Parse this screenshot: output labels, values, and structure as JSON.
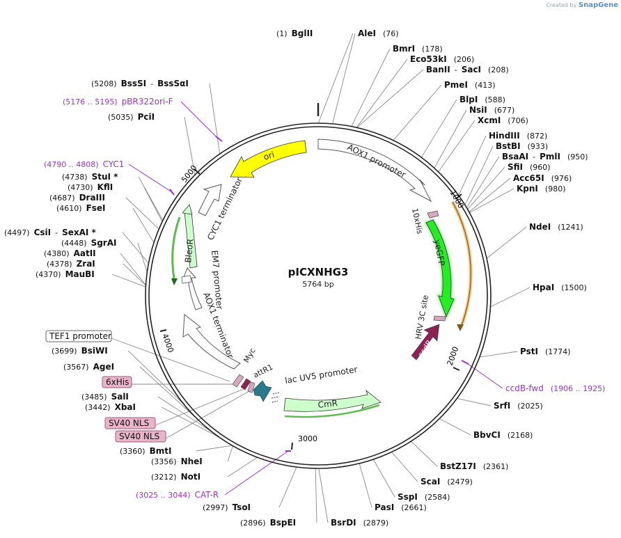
{
  "credit": {
    "prefix": "Created by",
    "brand": "SnapGene"
  },
  "plasmid": {
    "name": "pICXNHG3",
    "length_label": "5764 bp",
    "total_bp": 5764
  },
  "ticks": [
    "1000",
    "2000",
    "3000",
    "4000",
    "5000"
  ],
  "colors": {
    "backbone": "#222222",
    "site": "#888888",
    "primer": "#9b30d0",
    "bold_text": "#111111",
    "feature_outline": "#555555",
    "ori": "#ffff00",
    "yegfp": "#22ee22",
    "cmr": "#ccffcc",
    "bleor": "#ccffcc",
    "ccdb": "#8b2252",
    "his_tag": "#d8a7c0",
    "nls": "#e8b4c8",
    "attr1": "#2a7a8c",
    "green_glow": "#33aa22",
    "orange_glow": "#f0a030"
  },
  "sites": [
    {
      "pos": 1,
      "pos_label": "(1)",
      "names": [
        "BglII"
      ]
    },
    {
      "pos": 76,
      "pos_label": "(76)",
      "names": [
        "AleI"
      ]
    },
    {
      "pos": 178,
      "pos_label": "(178)",
      "names": [
        "BmrI"
      ]
    },
    {
      "pos": 206,
      "pos_label": "(206)",
      "names": [
        "Eco53kI"
      ]
    },
    {
      "pos": 208,
      "pos_label": "(208)",
      "names": [
        "BanII",
        "SacI"
      ]
    },
    {
      "pos": 413,
      "pos_label": "(413)",
      "names": [
        "PmeI"
      ]
    },
    {
      "pos": 588,
      "pos_label": "(588)",
      "names": [
        "BlpI"
      ]
    },
    {
      "pos": 677,
      "pos_label": "(677)",
      "names": [
        "NsiI"
      ]
    },
    {
      "pos": 706,
      "pos_label": "(706)",
      "names": [
        "XcmI"
      ]
    },
    {
      "pos": 872,
      "pos_label": "(872)",
      "names": [
        "HindIII"
      ]
    },
    {
      "pos": 933,
      "pos_label": "(933)",
      "names": [
        "BstBI"
      ]
    },
    {
      "pos": 950,
      "pos_label": "(950)",
      "names": [
        "BsaAI",
        "PmlI"
      ]
    },
    {
      "pos": 960,
      "pos_label": "(960)",
      "names": [
        "SfiI"
      ]
    },
    {
      "pos": 976,
      "pos_label": "(976)",
      "names": [
        "Acc65I"
      ]
    },
    {
      "pos": 980,
      "pos_label": "(980)",
      "names": [
        "KpnI"
      ]
    },
    {
      "pos": 1241,
      "pos_label": "(1241)",
      "names": [
        "NdeI"
      ]
    },
    {
      "pos": 1500,
      "pos_label": "(1500)",
      "names": [
        "HpaI"
      ]
    },
    {
      "pos": 1774,
      "pos_label": "(1774)",
      "names": [
        "PstI"
      ]
    },
    {
      "pos": 2025,
      "pos_label": "(2025)",
      "names": [
        "SrfI"
      ]
    },
    {
      "pos": 2168,
      "pos_label": "(2168)",
      "names": [
        "BbvCI"
      ]
    },
    {
      "pos": 2361,
      "pos_label": "(2361)",
      "names": [
        "BstZ17I"
      ]
    },
    {
      "pos": 2479,
      "pos_label": "(2479)",
      "names": [
        "ScaI"
      ]
    },
    {
      "pos": 2584,
      "pos_label": "(2584)",
      "names": [
        "SspI"
      ]
    },
    {
      "pos": 2661,
      "pos_label": "(2661)",
      "names": [
        "PasI"
      ]
    },
    {
      "pos": 2879,
      "pos_label": "(2879)",
      "names": [
        "BsrDI"
      ]
    },
    {
      "pos": 2896,
      "pos_label": "(2896)",
      "names": [
        "BspEI"
      ]
    },
    {
      "pos": 2997,
      "pos_label": "(2997)",
      "names": [
        "TsoI"
      ]
    },
    {
      "pos": 3212,
      "pos_label": "(3212)",
      "names": [
        "NotI"
      ]
    },
    {
      "pos": 3356,
      "pos_label": "(3356)",
      "names": [
        "NheI"
      ]
    },
    {
      "pos": 3360,
      "pos_label": "(3360)",
      "names": [
        "BmtI"
      ]
    },
    {
      "pos": 3442,
      "pos_label": "(3442)",
      "names": [
        "XbaI"
      ]
    },
    {
      "pos": 3485,
      "pos_label": "(3485)",
      "names": [
        "SalI"
      ]
    },
    {
      "pos": 3567,
      "pos_label": "(3567)",
      "names": [
        "AgeI"
      ]
    },
    {
      "pos": 3699,
      "pos_label": "(3699)",
      "names": [
        "BsiWI"
      ]
    },
    {
      "pos": 4370,
      "pos_label": "(4370)",
      "names": [
        "MauBI"
      ]
    },
    {
      "pos": 4378,
      "pos_label": "(4378)",
      "names": [
        "ZraI"
      ]
    },
    {
      "pos": 4380,
      "pos_label": "(4380)",
      "names": [
        "AatII"
      ]
    },
    {
      "pos": 4448,
      "pos_label": "(4448)",
      "names": [
        "SgrAI"
      ]
    },
    {
      "pos": 4497,
      "pos_label": "(4497)",
      "names": [
        "CsiI",
        "SexAI *"
      ]
    },
    {
      "pos": 4610,
      "pos_label": "(4610)",
      "names": [
        "FseI"
      ]
    },
    {
      "pos": 4687,
      "pos_label": "(4687)",
      "names": [
        "DraIII"
      ]
    },
    {
      "pos": 4730,
      "pos_label": "(4730)",
      "names": [
        "KflI"
      ]
    },
    {
      "pos": 4738,
      "pos_label": "(4738)",
      "names": [
        "StuI *"
      ]
    },
    {
      "pos": 5035,
      "pos_label": "(5035)",
      "names": [
        "PciI"
      ]
    },
    {
      "pos": 5208,
      "pos_label": "(5208)",
      "names": [
        "BssSI",
        "BssSαI"
      ]
    }
  ],
  "primers": [
    {
      "name": "pBR322ori-F",
      "range": "(5176 .. 5195)",
      "pos": 5185
    },
    {
      "name": "CYC1",
      "range": "(4790 .. 4808)",
      "pos": 4799
    },
    {
      "name": "ccdB-fwd",
      "range": "(1906 .. 1925)",
      "pos": 1915
    },
    {
      "name": "CAT-R",
      "range": "(3025 .. 3044)",
      "pos": 3035
    }
  ],
  "boxed_features": [
    "TEF1 promoter",
    "6xHis",
    "SV40 NLS",
    "SV40 NLS"
  ],
  "features": [
    {
      "name": "AOX1 promoter",
      "kind": "outline"
    },
    {
      "name": "10xHis",
      "kind": "tag"
    },
    {
      "name": "yeGFP",
      "kind": "filled"
    },
    {
      "name": "HRV 3C site",
      "kind": "tag"
    },
    {
      "name": "ccdB",
      "kind": "filled"
    },
    {
      "name": "lac UV5 promoter",
      "kind": "label"
    },
    {
      "name": "CmR",
      "kind": "filled"
    },
    {
      "name": "attR1",
      "kind": "tag"
    },
    {
      "name": "Myc",
      "kind": "tag"
    },
    {
      "name": "AOX1 terminator",
      "kind": "outline"
    },
    {
      "name": "EM7 promoter",
      "kind": "outline"
    },
    {
      "name": "BleoR",
      "kind": "filled"
    },
    {
      "name": "CYC1 terminator",
      "kind": "outline"
    },
    {
      "name": "ori",
      "kind": "filled"
    }
  ]
}
